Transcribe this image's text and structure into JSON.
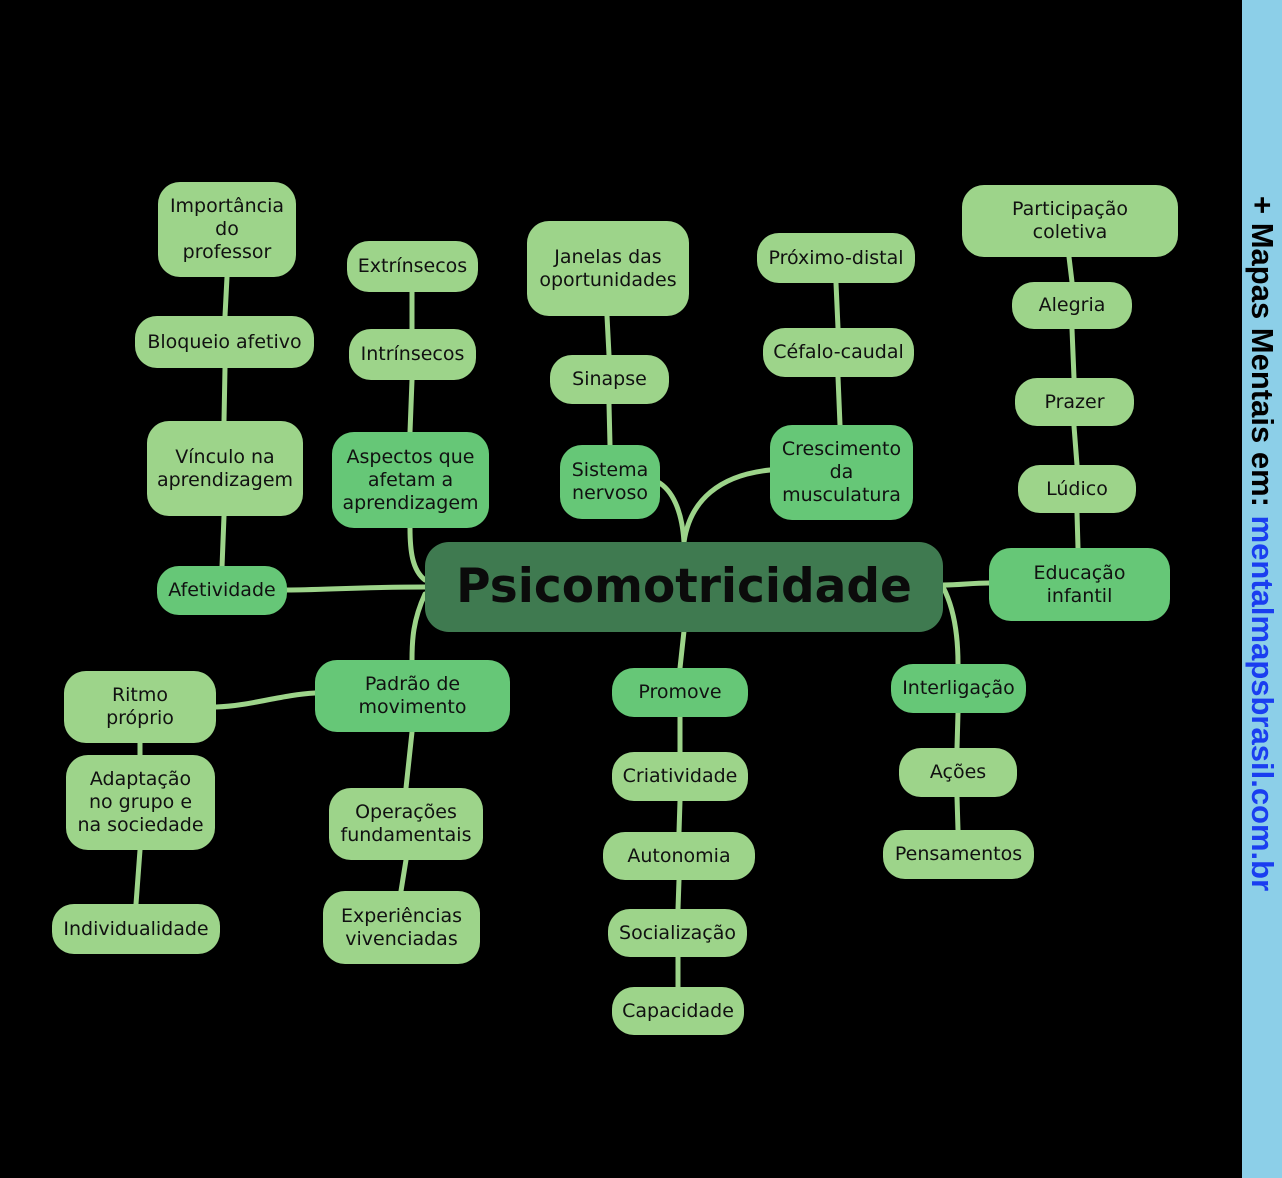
{
  "root": "Psicomotricidade",
  "colors": {
    "background": "#000000",
    "root": "#3f7a50",
    "mid": "#66c777",
    "leaf": "#9dd48a",
    "link": "#9dd48a",
    "banner": "#8ccfe8",
    "banner_link": "#1a3ef0"
  },
  "nodes": {
    "afetividade": "Afetividade",
    "vinculo": "Vínculo na\naprendizagem",
    "bloqueio": "Bloqueio afetivo",
    "importancia": "Importância\ndo\nprofessor",
    "aspectos": "Aspectos que\nafetam a\naprendizagem",
    "intrinsecos": "Intrínsecos",
    "extrinsecos": "Extrínsecos",
    "sistema": "Sistema\nnervoso",
    "sinapse": "Sinapse",
    "janelas": "Janelas das\noportunidades",
    "crescimento": "Crescimento\nda\nmusculatura",
    "cefalo": "Céfalo-caudal",
    "proximo": "Próximo-distal",
    "educacao": "Educação\ninfantil",
    "ludico": "Lúdico",
    "prazer": "Prazer",
    "alegria": "Alegria",
    "participacao": "Participação\ncoletiva",
    "interligacao": "Interligação",
    "acoes": "Ações",
    "pensamentos": "Pensamentos",
    "promove": "Promove",
    "criatividade": "Criatividade",
    "autonomia": "Autonomia",
    "socializacao": "Socialização",
    "capacidade": "Capacidade",
    "padrao": "Padrão de\nmovimento",
    "ritmo": "Ritmo\npróprio",
    "adaptacao": "Adaptação\nno grupo e\nna sociedade",
    "individualidade": "Individualidade",
    "operacoes": "Operações\nfundamentais",
    "experiencias": "Experiências\nvivenciadas"
  },
  "banner": {
    "prefix": "+ Mapas Mentais em: ",
    "site": "mentalmapsbrasil.com.br"
  }
}
